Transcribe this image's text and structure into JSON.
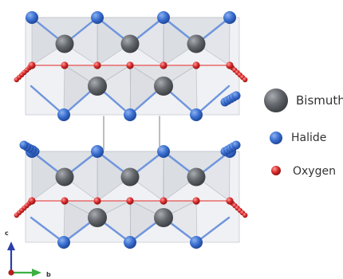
{
  "legend": [
    {
      "label": "Bismuth",
      "color": "#5f6266",
      "icon": "large-dark-gray-sphere"
    },
    {
      "label": "Halide",
      "color": "#3a6fd0",
      "icon": "blue-sphere"
    },
    {
      "label": "Oxygen",
      "color": "#d82a2a",
      "icon": "small-red-sphere"
    }
  ],
  "axes": {
    "vertical_label": "c",
    "horizontal_label": "b",
    "vertical_color": "#2c3fa8",
    "horizontal_color": "#3cb043",
    "origin_color": "#b02020"
  },
  "colors": {
    "bismuth": "#5f6266",
    "halide": "#3a6fd0",
    "oxygen": "#d82a2a",
    "polyhedron": "#cfd3d8",
    "bond": "#a9aeb5"
  }
}
